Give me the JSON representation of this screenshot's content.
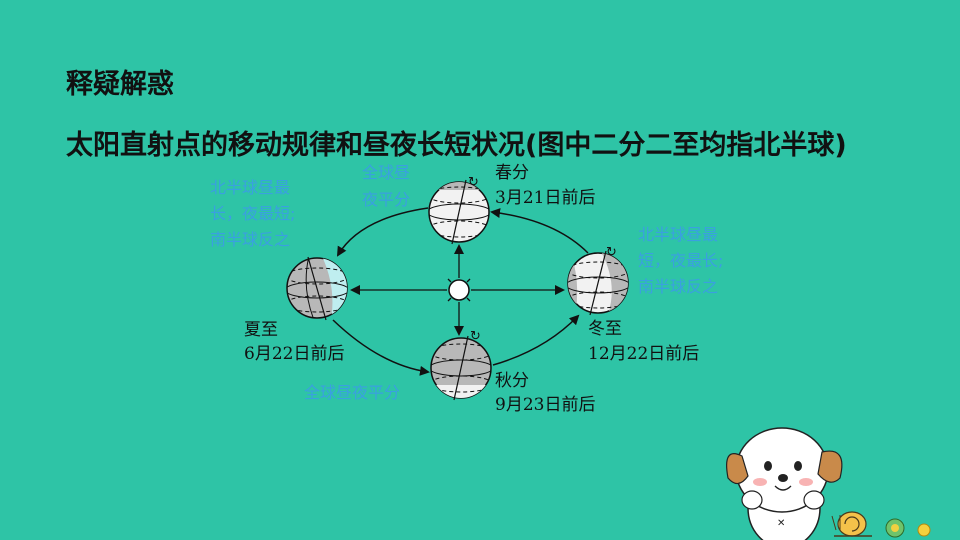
{
  "heading": "释疑解惑",
  "subtitle": "太阳直射点的移动规律和昼夜长短状况(图中二分二至均指北半球)",
  "labels": {
    "spring_name": "春分",
    "spring_date": "3月21日前后",
    "summer_name": "夏至",
    "summer_date": "6月22日前后",
    "autumn_name": "秋分",
    "autumn_date": "9月23日前后",
    "winter_name": "冬至",
    "winter_date": "12月22日前后"
  },
  "notes": {
    "summer_line1": "北半球昼最",
    "summer_line2": "长，夜最短;",
    "summer_line3": "南半球反之",
    "spring_line1": "全球昼",
    "spring_line2": "夜平分",
    "winter_line1": "北半球昼最",
    "winter_line2": "短，夜最长;",
    "winter_line3": "南半球反之",
    "autumn_line1": "全球昼夜平分"
  },
  "colors": {
    "background": "#2ec4a6",
    "blue_note": "#3aa0e0",
    "earth_night": "#b8b8b8",
    "earth_day": "#f2f2f2"
  }
}
